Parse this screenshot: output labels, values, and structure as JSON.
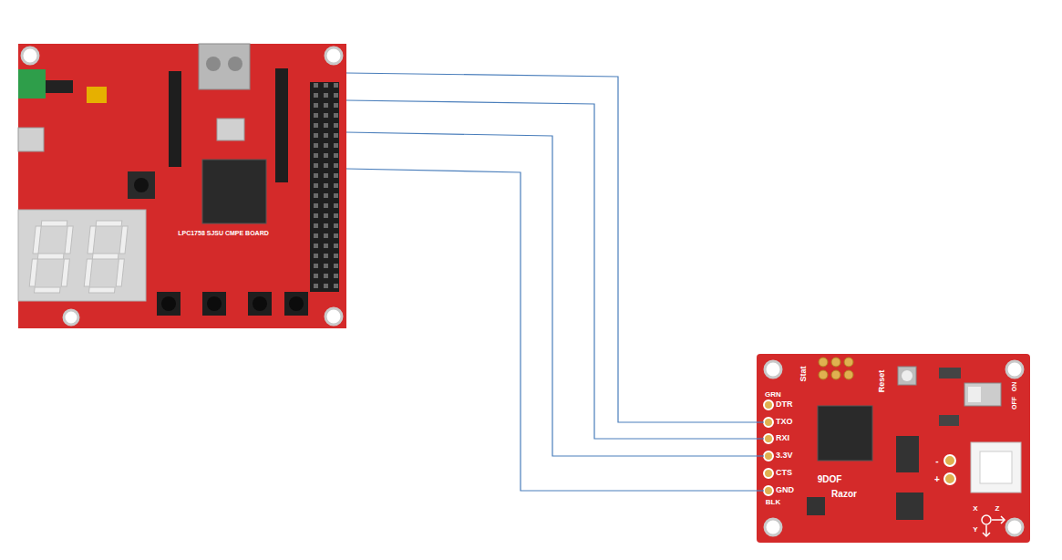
{
  "diagram": {
    "nodes": [
      {
        "text": [
          "LPC1758 SJSU CMPE BOARD"
        ]
      },
      {
        "text": [
          "Stat",
          "Reset",
          "GRN",
          "DTR",
          "TXO",
          "RXI",
          "3.3V",
          "CTS",
          "GND",
          "BLK",
          "9DOF",
          "Razor",
          "ON",
          "OFF",
          "-",
          "+",
          "X",
          "Y",
          "Z"
        ]
      }
    ],
    "edges": [
      {
        "from": 0,
        "to": 1,
        "arrow": "none"
      },
      {
        "from": 0,
        "to": 1,
        "arrow": "none"
      },
      {
        "from": 0,
        "to": 1,
        "arrow": "none"
      },
      {
        "from": 0,
        "to": 1,
        "arrow": "none"
      }
    ]
  }
}
